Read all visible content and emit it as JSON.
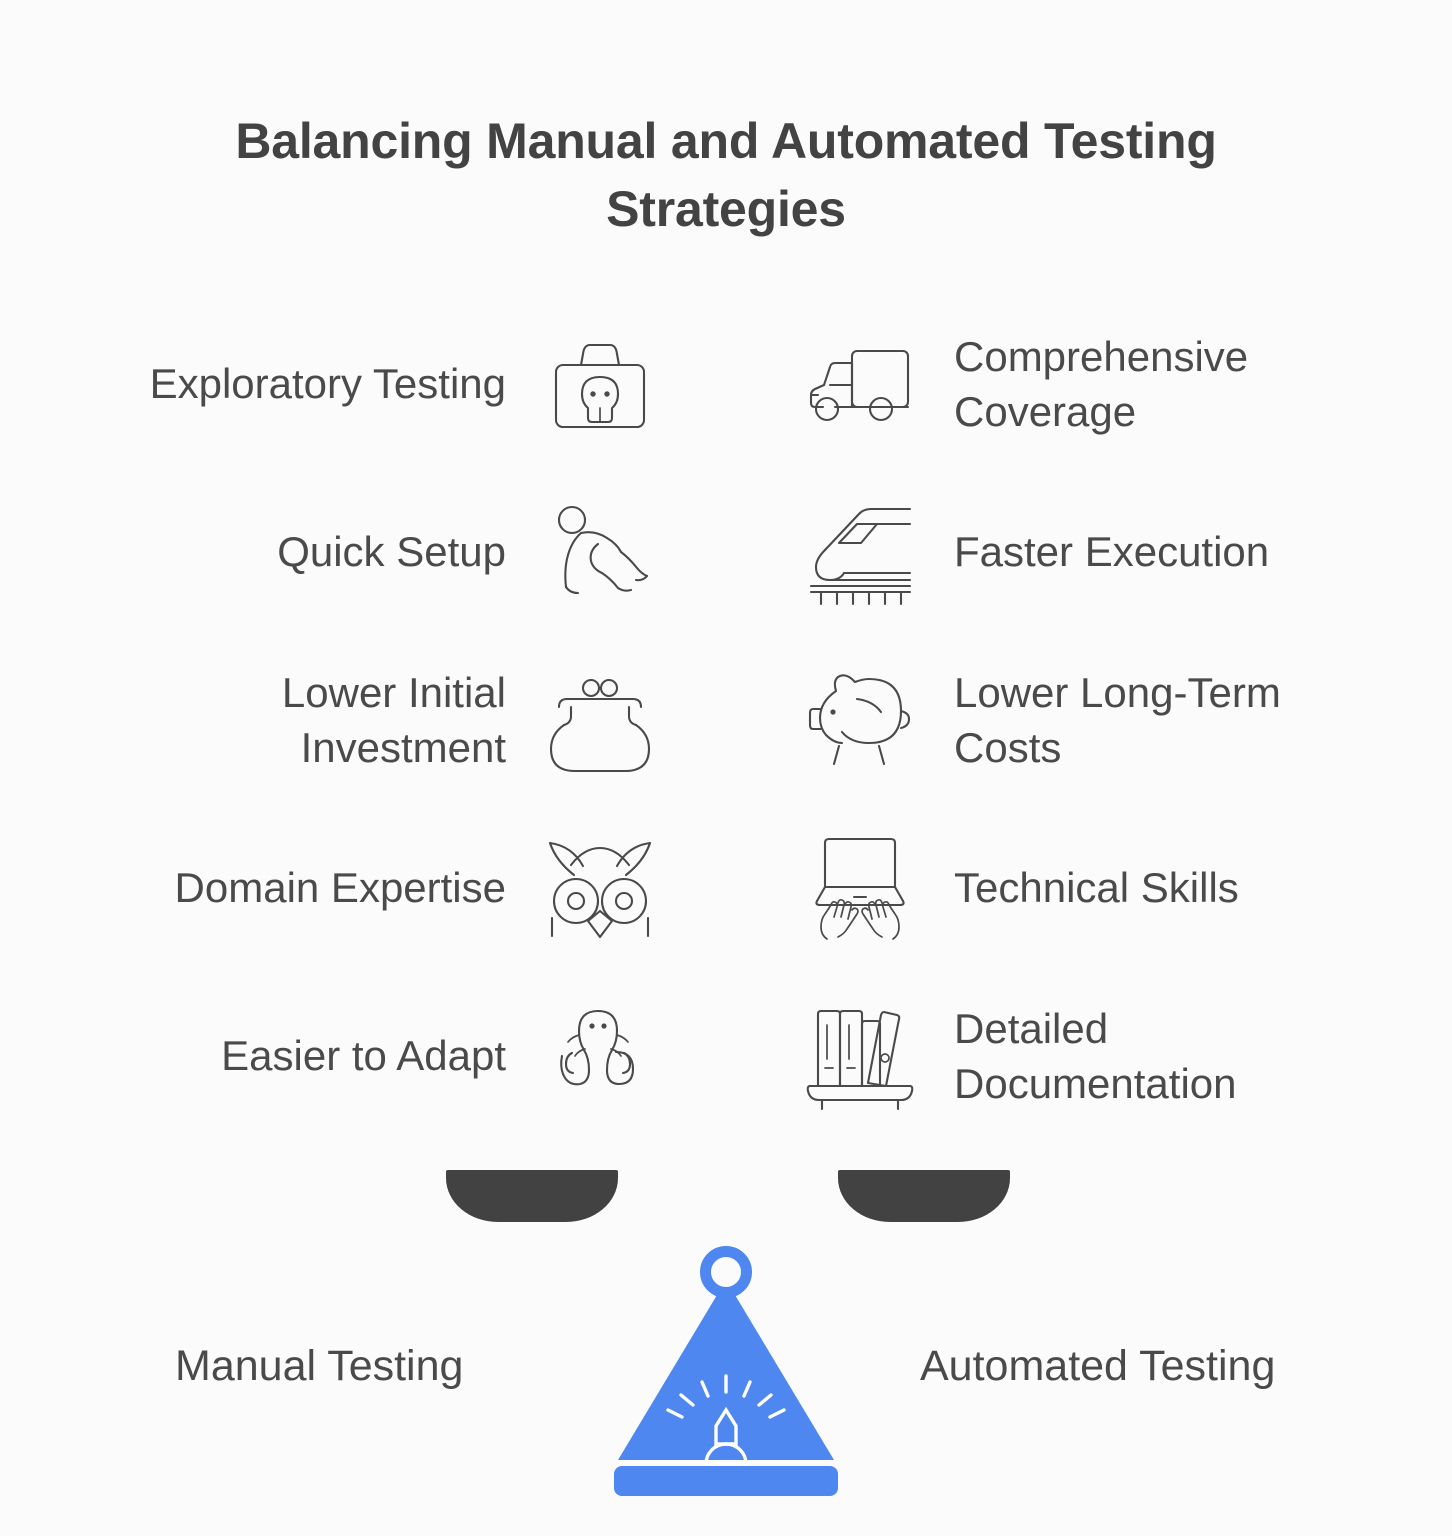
{
  "title": "Balancing Manual and Automated Testing Strategies",
  "colors": {
    "accent_blue": "#4d87ef",
    "pan_dark": "#424242",
    "text": "#4a4a4a",
    "background": "#fbfbfb"
  },
  "left_column": {
    "side_label": "Manual Testing",
    "items": [
      {
        "label": "Exploratory Testing",
        "icon": "toolbox-skull-icon"
      },
      {
        "label": "Quick Setup",
        "icon": "sprinter-crouch-icon"
      },
      {
        "label": "Lower Initial Investment",
        "icon": "coin-purse-icon"
      },
      {
        "label": "Domain Expertise",
        "icon": "owl-icon"
      },
      {
        "label": "Easier to Adapt",
        "icon": "chameleon-icon"
      }
    ]
  },
  "right_column": {
    "side_label": "Automated Testing",
    "items": [
      {
        "label": "Comprehensive Coverage",
        "icon": "delivery-truck-icon"
      },
      {
        "label": "Faster Execution",
        "icon": "high-speed-train-icon"
      },
      {
        "label": "Lower Long-Term Costs",
        "icon": "piggy-bank-icon"
      },
      {
        "label": "Technical Skills",
        "icon": "laptop-typing-hands-icon"
      },
      {
        "label": "Detailed Documentation",
        "icon": "books-shelf-icon"
      }
    ]
  },
  "scale": {
    "left_pan": "balance-pan-left",
    "right_pan": "balance-pan-right",
    "fulcrum": "balance-fulcrum-icon"
  }
}
